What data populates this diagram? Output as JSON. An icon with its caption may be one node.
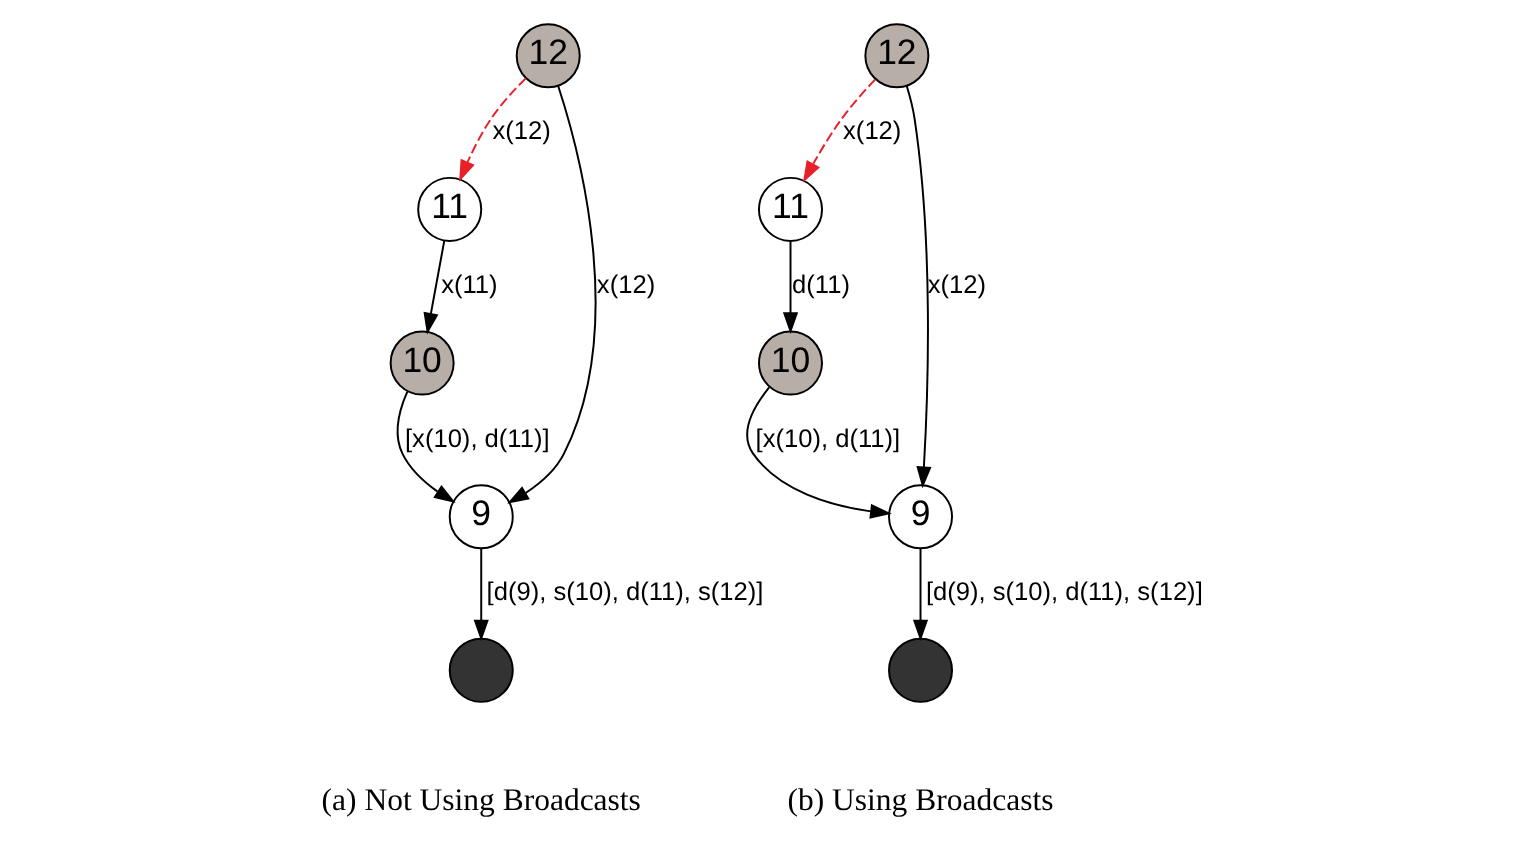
{
  "diagram": {
    "nodes": [
      {
        "text": [
          "11"
        ]
      },
      {
        "text": [
          "10"
        ]
      },
      {
        "text": [
          "12"
        ]
      },
      {
        "text": [
          "9"
        ]
      },
      {
        "text": [],
        "shape": "circle"
      },
      {
        "text": [
          "11"
        ]
      },
      {
        "text": [
          "10"
        ]
      },
      {
        "text": [
          "12"
        ]
      },
      {
        "text": [
          "9"
        ]
      },
      {
        "text": [],
        "shape": "circle"
      }
    ],
    "edges": [
      {
        "from": 0,
        "to": 1,
        "arrow": "to",
        "label": "x(11)"
      },
      {
        "from": 2,
        "to": 0,
        "arrow": "to",
        "label": "x(12)",
        "style": "dashed",
        "color": "#e8202a"
      },
      {
        "from": 1,
        "to": 3,
        "arrow": "to",
        "label": "[x(10), d(11)]"
      },
      {
        "from": 2,
        "to": 3,
        "arrow": "to",
        "label": "x(12)"
      },
      {
        "from": 3,
        "to": 4,
        "arrow": "to",
        "label": "[d(9), s(10), d(11), s(12)]"
      },
      {
        "from": 5,
        "to": 6,
        "arrow": "to",
        "label": "d(11)"
      },
      {
        "from": 7,
        "to": 5,
        "arrow": "to",
        "label": "x(12)",
        "style": "dashed",
        "color": "#e8202a"
      },
      {
        "from": 6,
        "to": 8,
        "arrow": "to",
        "label": "[x(10), d(11)]"
      },
      {
        "from": 7,
        "to": 8,
        "arrow": "to",
        "label": "x(12)"
      },
      {
        "from": 8,
        "to": 9,
        "arrow": "to",
        "label": "[d(9), s(10), d(11), s(12)]"
      }
    ],
    "labels": [
      "(a) Not Using Broadcasts",
      "(b) Using Broadcasts"
    ]
  }
}
